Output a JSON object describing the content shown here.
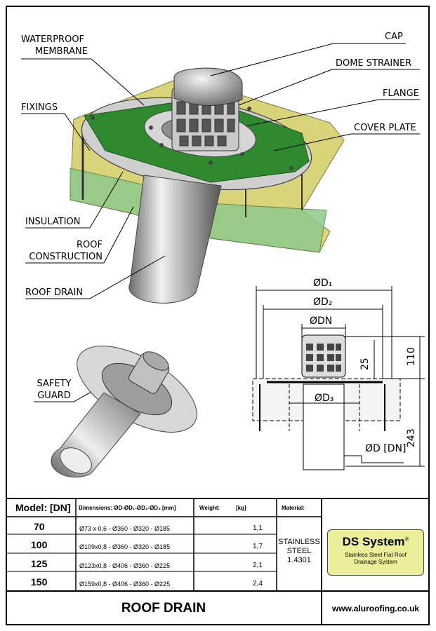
{
  "callouts": {
    "waterproof_membrane_line1": "WATERPROOF",
    "waterproof_membrane_line2": "MEMBRANE",
    "cap": "CAP",
    "dome_strainer": "DOME STRAINER",
    "flange": "FLANGE",
    "cover_plate": "COVER PLATE",
    "fixings": "FIXINGS",
    "insulation": "INSULATION",
    "roof_construction_line1": "ROOF",
    "roof_construction_line2": "CONSTRUCTION",
    "roof_drain": "ROOF DRAIN",
    "safety_guard_line1": "SAFETY",
    "safety_guard_line2": "GUARD"
  },
  "dimensions": {
    "d1": "ØD₁",
    "d2": "ØD₂",
    "dn": "ØDN",
    "d3": "ØD₃",
    "d_dn": "ØD [DN]",
    "h25": "25",
    "h110": "110",
    "h243": "243"
  },
  "table": {
    "headers": {
      "model": "Model: [DN]",
      "dimensions": "Dimensions: ØD-ØD₁-ØD₂-ØD₃ [mm]",
      "weight": "Weight:",
      "weight_unit": "[kg]",
      "material": "Material:"
    },
    "rows": [
      {
        "dn": "70",
        "dims": "Ø73 x 0,6 - Ø360 - Ø320 - Ø185",
        "weight": "1,1"
      },
      {
        "dn": "100",
        "dims": "Ø109x0,8 - Ø360 - Ø320 - Ø185",
        "weight": "1,7"
      },
      {
        "dn": "125",
        "dims": "Ø123x0,8 - Ø406 - Ø360 - Ø225",
        "weight": "2,1"
      },
      {
        "dn": "150",
        "dims": "Ø159x0,8 - Ø406 - Ø360 - Ø225",
        "weight": "2,4"
      }
    ],
    "material_line1": "STAINLESS",
    "material_line2": "STEEL",
    "material_line3": "1.4301"
  },
  "title": "ROOF DRAIN",
  "logo": {
    "name": "DS System",
    "mark": "®",
    "tagline_line1": "Stainless Steel Flat Roof",
    "tagline_line2": "Drainage System"
  },
  "website": "www.aluroofing.co.uk",
  "colors": {
    "membrane_green": "#2f8a2f",
    "insulation_green": "#8fc98a",
    "roof_yellow": "#d9d47a",
    "steel": "#b8b8b8",
    "logo_bg": "#ecef9a"
  }
}
